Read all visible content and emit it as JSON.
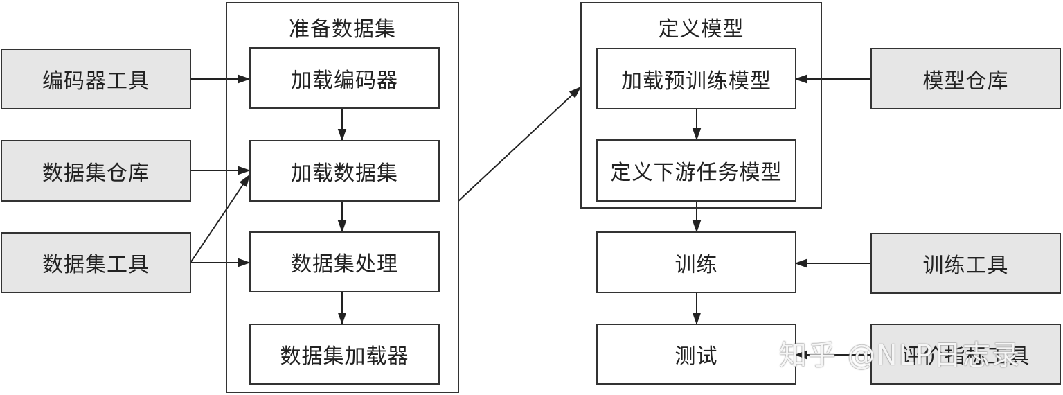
{
  "groups": {
    "prepare": {
      "title": "准备数据集"
    },
    "model": {
      "title": "定义模型"
    }
  },
  "tools": {
    "encoder_tool": "编码器工具",
    "dataset_repo": "数据集仓库",
    "dataset_tool": "数据集工具",
    "model_repo": "模型仓库",
    "train_tool": "训练工具",
    "eval_tool": "评价指标工具"
  },
  "steps": {
    "load_encoder": "加载编码器",
    "load_dataset": "加载数据集",
    "process_dataset": "数据集处理",
    "dataset_loader": "数据集加载器",
    "load_pretrained": "加载预训练模型",
    "define_downstream": "定义下游任务模型",
    "train": "训练",
    "test": "测试"
  },
  "watermark": "知乎 @NLP日志录",
  "colors": {
    "tool_fill": "#e6e6e6",
    "line": "#333333"
  }
}
